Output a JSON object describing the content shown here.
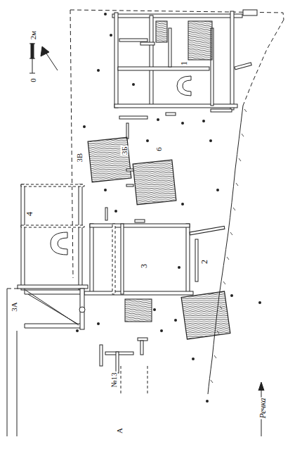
{
  "diagram": {
    "labels": [
      "0",
      "2м",
      "1",
      "3В",
      "3Б",
      "6",
      "4",
      "3",
      "2",
      "3А",
      "№13",
      "Речка",
      "А"
    ]
  }
}
